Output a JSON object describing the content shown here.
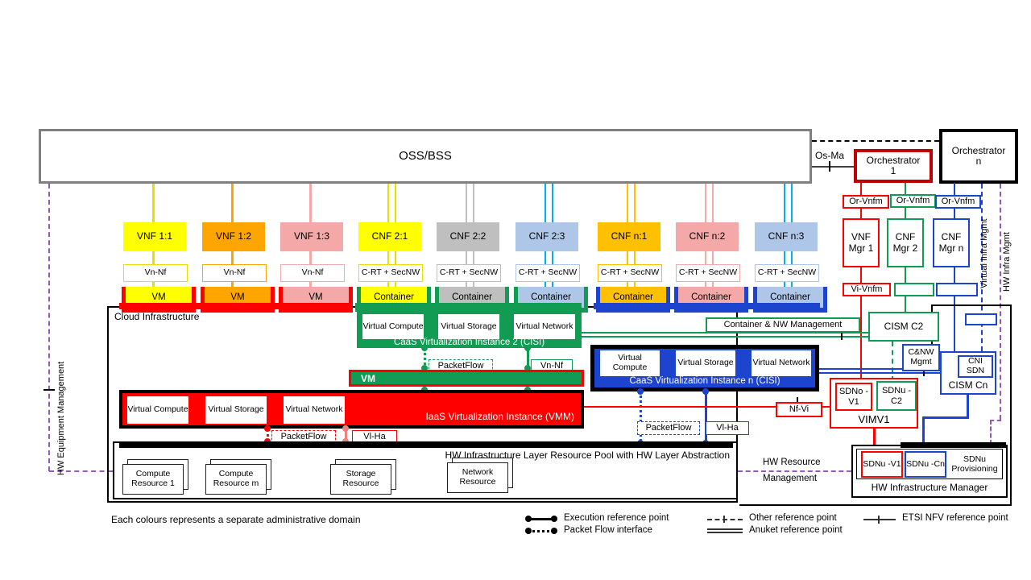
{
  "colors": {
    "red": "#FF0000",
    "darkred": "#C00000",
    "salmon": "#F08080",
    "green": "#129C53",
    "blue": "#1C44CE",
    "yellow": "#FFFF00",
    "yellowline": "#E8DF00",
    "orange": "#FFA500",
    "gold": "#FFC000",
    "pink": "#F5A8A8",
    "gray": "#BFBFBF",
    "lightblue": "#AEC7E8",
    "cyan": "#00B0F0",
    "purple": "#9459B8",
    "framegray": "#7F7F7F"
  },
  "top": {
    "oss_bss": "OSS/BSS",
    "os_ma": "Os-Ma",
    "orchestrator1_line1": "Orchestrator",
    "orchestrator1_line2": "1",
    "orchestratorn_line1": "Orchestrator",
    "orchestratorn_line2": "n"
  },
  "right_column": {
    "or_vnfm_1": "Or-Vnfm",
    "or_vnfm_2": "Or-Vnfm",
    "or_vnfm_n": "Or-Vnfm",
    "vnf_mgr_1": "VNF Mgr 1",
    "cnf_mgr_2": "CNF Mgr 2",
    "cnf_mgr_n": "CNF Mgr n",
    "vi_vnfm": "Vi-Vnfm",
    "virtual_infra_mgmt": "Virtual Infra Mgmt",
    "hw_infra_mgmt": "HW Infra Mgmt"
  },
  "left_side": {
    "hw_equipment_mgmt": "HW Equipment Management"
  },
  "nf_columns": [
    {
      "name": "VNF 1:1",
      "iface": "Vn-Nf",
      "unit": "VM",
      "fill": "#FFFF00",
      "border": "#E8DF00",
      "line": "#E8DF00",
      "unit_border": "#FF0000"
    },
    {
      "name": "VNF 1:2",
      "iface": "Vn-Nf",
      "unit": "VM",
      "fill": "#FFA500",
      "border": "#FFA500",
      "line": "#FFA500",
      "unit_border": "#FF0000"
    },
    {
      "name": "VNF 1:3",
      "iface": "Vn-Nf",
      "unit": "VM",
      "fill": "#F5A8A8",
      "border": "#F5A8A8",
      "line": "#F5A8A8",
      "unit_border": "#FF0000"
    },
    {
      "name": "CNF 2:1",
      "iface": "C-RT + SecNW",
      "unit": "Container",
      "fill": "#FFFF00",
      "border": "#E8DF00",
      "line": "#E8DF00",
      "unit_border": "#129C53"
    },
    {
      "name": "CNF 2:2",
      "iface": "C-RT + SecNW",
      "unit": "Container",
      "fill": "#BFBFBF",
      "border": "#BFBFBF",
      "line": "#BFBFBF",
      "unit_border": "#129C53"
    },
    {
      "name": "CNF 2:3",
      "iface": "C-RT + SecNW",
      "unit": "Container",
      "fill": "#AEC7E8",
      "border": "#AEC7E8",
      "line": "#00B0F0",
      "unit_border": "#129C53"
    },
    {
      "name": "CNF n:1",
      "iface": "C-RT + SecNW",
      "unit": "Container",
      "fill": "#FFC000",
      "border": "#FFC000",
      "line": "#FFC000",
      "unit_border": "#1C44CE"
    },
    {
      "name": "CNF n:2",
      "iface": "C-RT + SecNW",
      "unit": "Container",
      "fill": "#F5A8A8",
      "border": "#F5A8A8",
      "line": "#F5A8A8",
      "unit_border": "#1C44CE"
    },
    {
      "name": "CNF n:3",
      "iface": "C-RT + SecNW",
      "unit": "Container",
      "fill": "#AEC7E8",
      "border": "#AEC7E8",
      "line": "#00B0F0",
      "unit_border": "#1C44CE"
    }
  ],
  "cloud": {
    "label": "Cloud Infrastructure"
  },
  "caas2": {
    "cells": [
      "Virtual Compute",
      "Virtual Storage",
      "Virtual Network"
    ],
    "title": "CaaS Virtualization Instance 2 (CISI)",
    "packetflow": "PacketFlow",
    "vn_nf": "Vn-Nf",
    "vm_label": "VM"
  },
  "iaas": {
    "cells": [
      "Virtual Compute",
      "Virtual Storage",
      "Virtual Network"
    ],
    "title": "IaaS Virtualization Instance (VMM)",
    "packetflow": "PacketFlow",
    "vl_ha": "Vl-Ha"
  },
  "caasn": {
    "cells": [
      "Virtual Compute",
      "Virtual Storage",
      "Virtual Network"
    ],
    "title": "CaaS Virtualization Instance n (CISI)",
    "packetflow": "PacketFlow",
    "vl_ha": "Vl-Ha"
  },
  "hw_pool": {
    "title": "HW Infrastructure Layer Resource Pool with HW Layer Abstraction",
    "resources": [
      "Compute Resource 1",
      "Compute Resource m",
      "Storage Resource",
      "Network Resource"
    ]
  },
  "right_side": {
    "container_nw_mgmt": "Container & NW Management",
    "cism_c2": "CISM C2",
    "cnw_mgmt": "C&NW Mgmt",
    "cni_sdn": "CNI SDN",
    "cism_cn": "CISM Cn",
    "nf_vi": "Nf-Vi",
    "sdno_v1": "SDNo -V1",
    "sdnu_c2": "SDNu -C2",
    "vimv1": "VIMV1",
    "sdnu_v1": "SDNu -V1",
    "sdnu_cn": "SDNu -Cn",
    "sdnu_prov": "SDNu Provisioning",
    "hw_infra_manager": "HW Infrastructure Manager",
    "hw_resource_mgmt_l1": "HW Resource",
    "hw_resource_mgmt_l2": "Management"
  },
  "legend": {
    "note": "Each colours represents a separate administrative domain",
    "items": [
      {
        "label": "Execution reference point"
      },
      {
        "label": "Packet Flow interface"
      },
      {
        "label": "Other reference point"
      },
      {
        "label": "Anuket reference point"
      },
      {
        "label": "ETSI NFV reference point"
      }
    ]
  }
}
